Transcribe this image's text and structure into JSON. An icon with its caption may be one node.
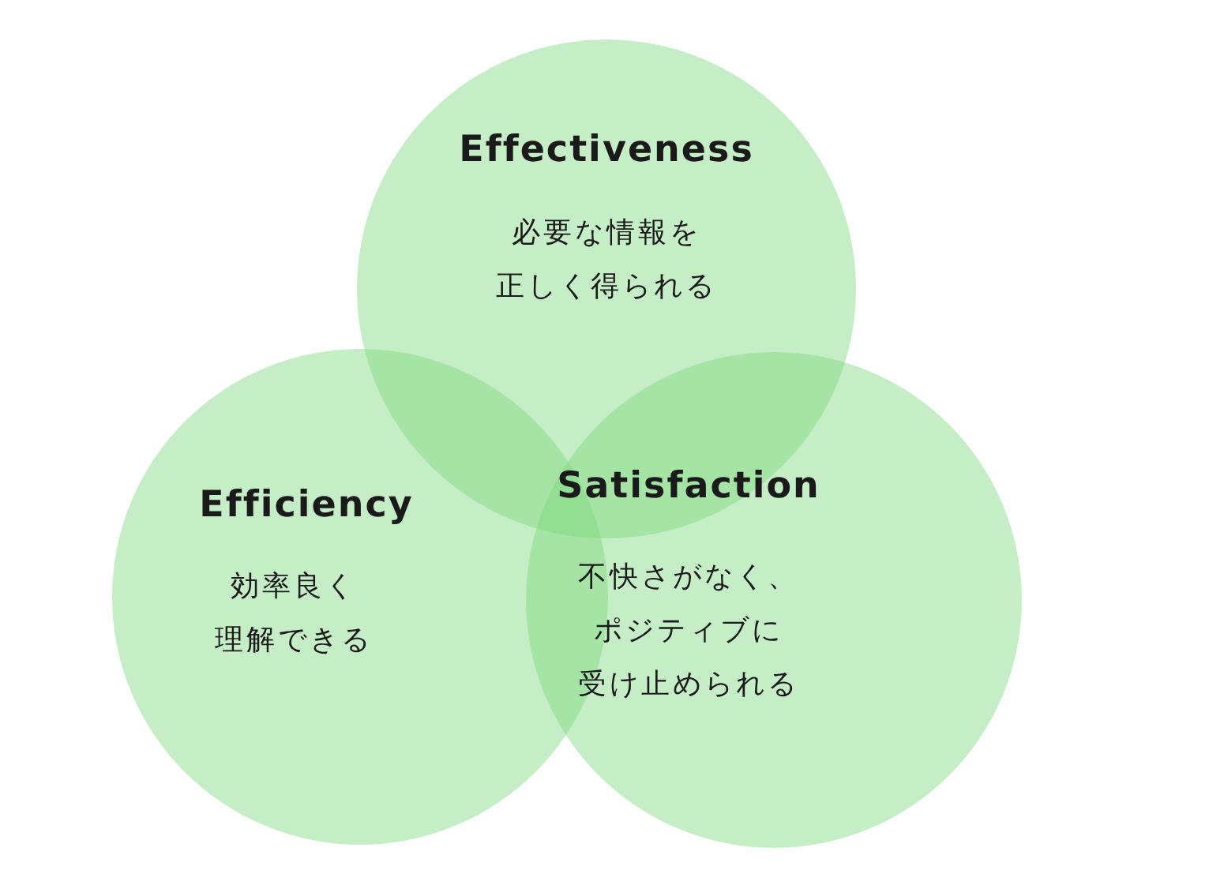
{
  "diagram": {
    "nodes": [
      {
        "text": [
          "Effectiveness",
          "必要な情報を正しく得られる"
        ]
      },
      {
        "text": [
          "Efficiency",
          "効率良く理解できる"
        ]
      },
      {
        "text": [
          "Satisfaction",
          "不快さがなく、ポジティブに受け止められる"
        ]
      }
    ],
    "edges": []
  }
}
